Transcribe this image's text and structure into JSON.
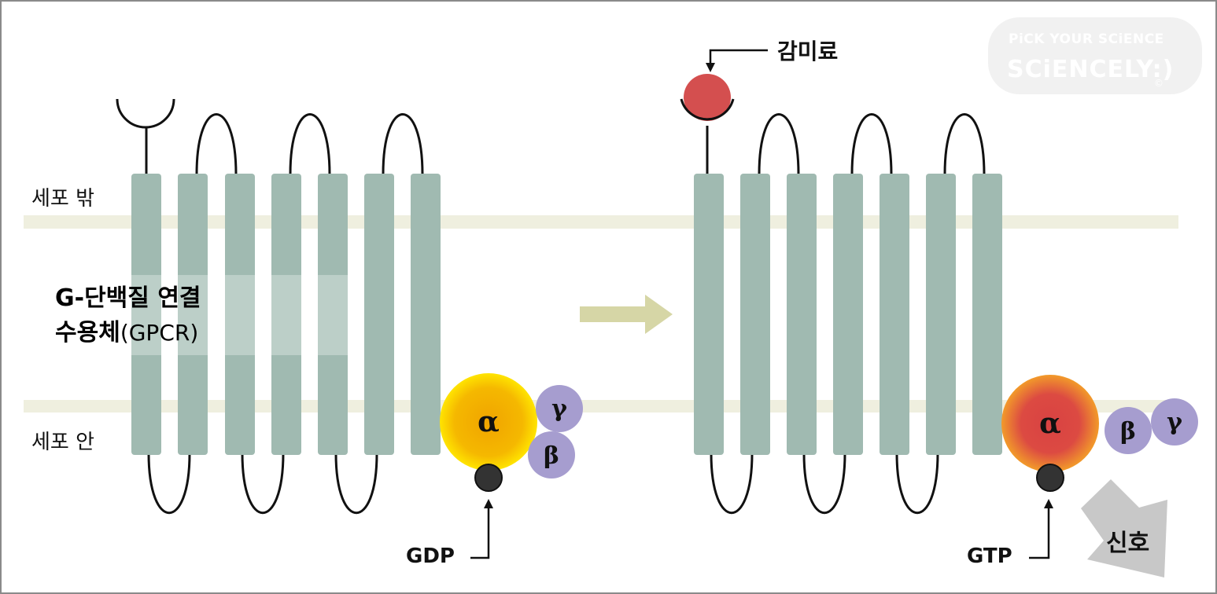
{
  "labels": {
    "outside": "세포 밖",
    "inside": "세포 안",
    "ligand": "감미료",
    "gpcr_line1": "G-단백질 연결",
    "gpcr_line2_bold": "수용체",
    "gpcr_line2_paren": "(GPCR)",
    "gdp": "GDP",
    "gtp": "GTP",
    "signal": "신호"
  },
  "subunits": {
    "alpha": "α",
    "beta": "β",
    "gamma": "γ"
  },
  "watermark": {
    "line1": "PiCK YOUR SCiENCE",
    "line2": "SCiENCELY:)",
    "copyright": "©"
  },
  "colors": {
    "membrane": "#efefdf",
    "helix": "#a0bab1",
    "helix_highlight": "#bcd0c9",
    "arrow": "#d6d6a6",
    "ligand": "#d44f4f",
    "alpha_inactive": "#f3b000",
    "alpha_inactive_glow": "#ffe000",
    "alpha_active": "#d94848",
    "alpha_active_glow": "#ef8a2a",
    "beta_gamma": "#a69dcf",
    "nucleotide": "#333333",
    "signal_arrow": "#c8c8c8"
  }
}
